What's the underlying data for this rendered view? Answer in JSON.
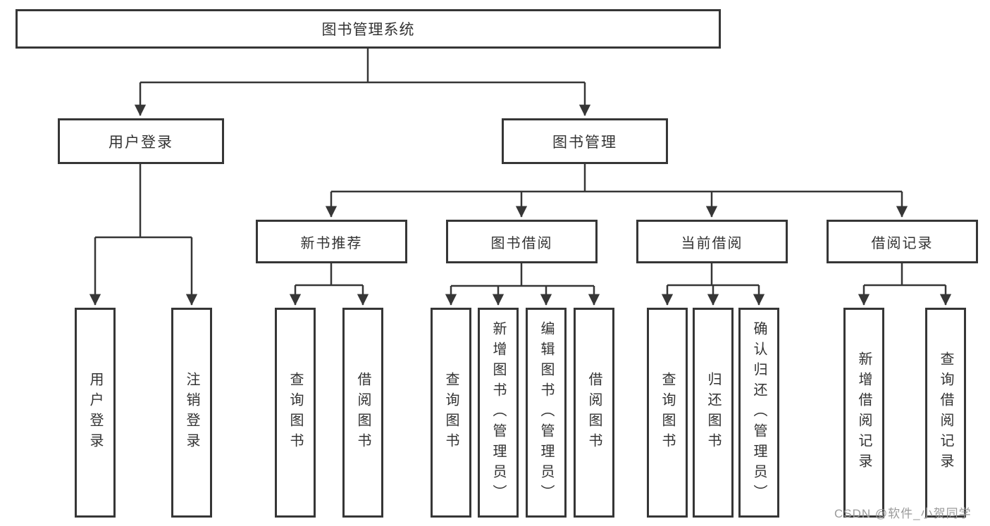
{
  "diagram": {
    "root": {
      "label": "图书管理系统"
    },
    "branches": [
      {
        "label": "用户登录",
        "leaves": [
          {
            "label": "用户登录"
          },
          {
            "label": "注销登录"
          }
        ]
      },
      {
        "label": "图书管理",
        "groups": [
          {
            "label": "新书推荐",
            "leaves": [
              {
                "label": "查询图书"
              },
              {
                "label": "借阅图书"
              }
            ]
          },
          {
            "label": "图书借阅",
            "leaves": [
              {
                "label": "查询图书"
              },
              {
                "label": "新增图书（管理员）"
              },
              {
                "label": "编辑图书（管理员）"
              },
              {
                "label": "借阅图书"
              }
            ]
          },
          {
            "label": "当前借阅",
            "leaves": [
              {
                "label": "查询图书"
              },
              {
                "label": "归还图书"
              },
              {
                "label": "确认归还（管理员）"
              }
            ]
          },
          {
            "label": "借阅记录",
            "leaves": [
              {
                "label": "新增借阅记录"
              },
              {
                "label": "查询借阅记录"
              }
            ]
          }
        ]
      }
    ]
  },
  "watermark": {
    "text": "CSDN @软件_小贺同学"
  },
  "colors": {
    "line": "#363636",
    "box_border": "#363636",
    "text": "#333333",
    "watermark": "#9b9b9b",
    "background": "#ffffff"
  }
}
